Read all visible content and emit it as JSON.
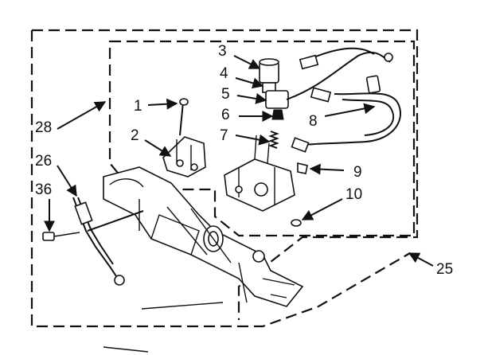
{
  "callouts": {
    "c1": "1",
    "c2": "2",
    "c3": "3",
    "c4": "4",
    "c5": "5",
    "c6": "6",
    "c7": "7",
    "c8": "8",
    "c9": "9",
    "c10": "10",
    "c25": "25",
    "c26": "26",
    "c28": "28",
    "c36": "36"
  }
}
